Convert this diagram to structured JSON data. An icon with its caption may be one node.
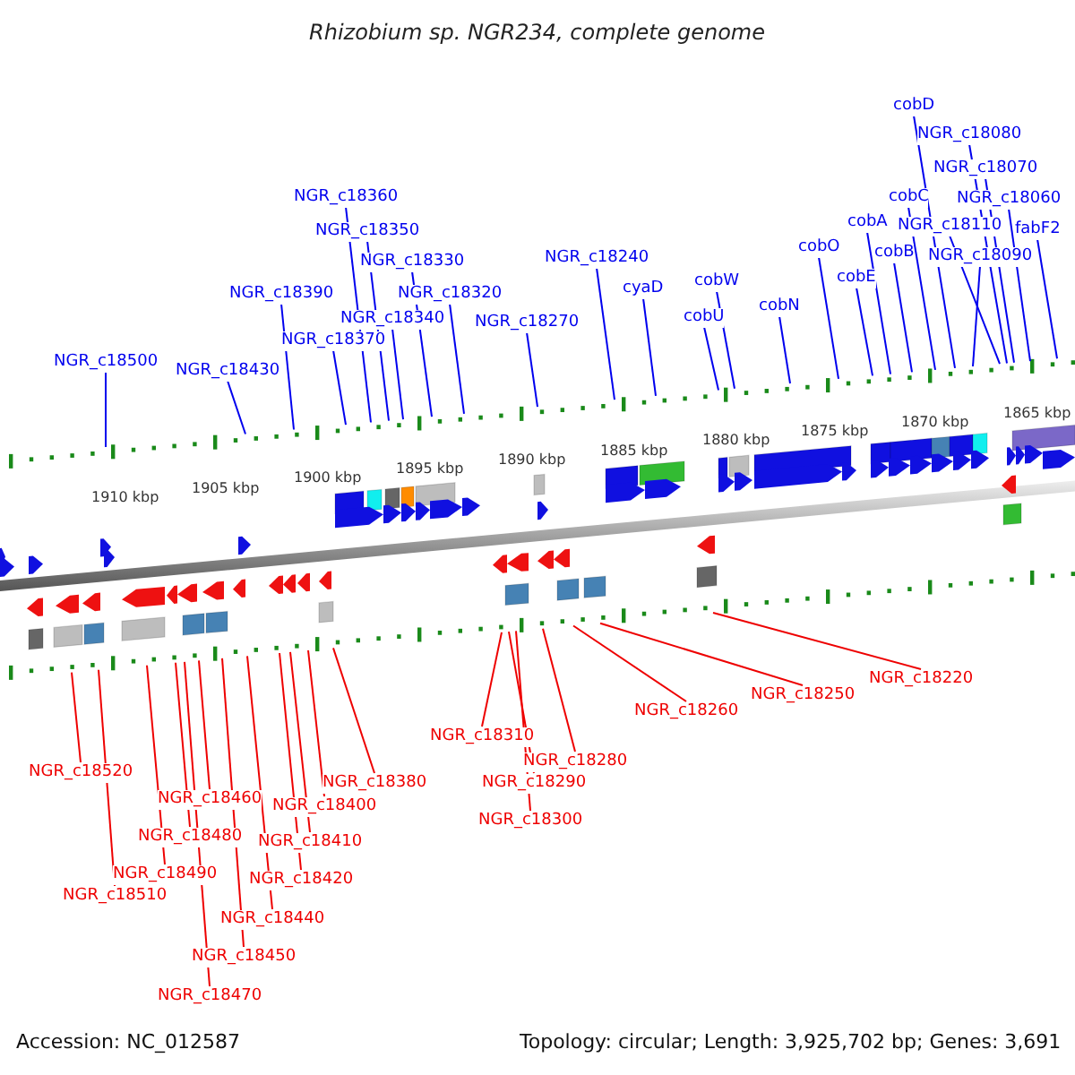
{
  "diagram": {
    "title": "Rhizobium sp. NGR234, complete genome",
    "nodes": [
      {
        "text": [
          "cobD"
        ]
      },
      {
        "text": [
          "NGR_c18080"
        ]
      },
      {
        "text": [
          "NGR_c18070"
        ]
      },
      {
        "text": [
          "NGR_c18360"
        ]
      },
      {
        "text": [
          "cobC"
        ]
      },
      {
        "text": [
          "NGR_c18060"
        ]
      },
      {
        "text": [
          "cobA"
        ]
      },
      {
        "text": [
          "NGR_c18110"
        ]
      },
      {
        "text": [
          "fabF2"
        ]
      },
      {
        "text": [
          "NGR_c18350"
        ]
      },
      {
        "text": [
          "cobO"
        ]
      },
      {
        "text": [
          "cobB"
        ]
      },
      {
        "text": [
          "NGR_c18090"
        ]
      },
      {
        "text": [
          "NGR_c18240"
        ]
      },
      {
        "text": [
          "NGR_c18330"
        ]
      },
      {
        "text": [
          "cobE"
        ]
      },
      {
        "text": [
          "cobW"
        ]
      },
      {
        "text": [
          "cyaD"
        ]
      },
      {
        "text": [
          "NGR_c18390"
        ]
      },
      {
        "text": [
          "NGR_c18320"
        ]
      },
      {
        "text": [
          "cobN"
        ]
      },
      {
        "text": [
          "cobU"
        ]
      },
      {
        "text": [
          "NGR_c18340"
        ]
      },
      {
        "text": [
          "NGR_c18270"
        ]
      },
      {
        "text": [
          "NGR_c18370"
        ]
      },
      {
        "text": [
          "NGR_c18500"
        ]
      },
      {
        "text": [
          "NGR_c18430"
        ]
      },
      {
        "text": [
          "NGR_c18220"
        ]
      },
      {
        "text": [
          "NGR_c18250"
        ]
      },
      {
        "text": [
          "NGR_c18260"
        ]
      },
      {
        "text": [
          "NGR_c18310"
        ]
      },
      {
        "text": [
          "NGR_c18280"
        ]
      },
      {
        "text": [
          "NGR_c18520"
        ]
      },
      {
        "text": [
          "NGR_c18380"
        ]
      },
      {
        "text": [
          "NGR_c18290"
        ]
      },
      {
        "text": [
          "NGR_c18460"
        ]
      },
      {
        "text": [
          "NGR_c18400"
        ]
      },
      {
        "text": [
          "NGR_c18300"
        ]
      },
      {
        "text": [
          "NGR_c18480"
        ]
      },
      {
        "text": [
          "NGR_c18410"
        ]
      },
      {
        "text": [
          "NGR_c18490"
        ]
      },
      {
        "text": [
          "NGR_c18420"
        ]
      },
      {
        "text": [
          "NGR_c18510"
        ]
      },
      {
        "text": [
          "NGR_c18440"
        ]
      },
      {
        "text": [
          "NGR_c18450"
        ]
      },
      {
        "text": [
          "NGR_c18470"
        ]
      }
    ],
    "edges": [
      {
        "from": 0,
        "to": null,
        "arrow": "none"
      },
      {
        "from": 1,
        "to": null,
        "arrow": "none"
      },
      {
        "from": 2,
        "to": null,
        "arrow": "none"
      },
      {
        "from": 3,
        "to": null,
        "arrow": "none"
      },
      {
        "from": 4,
        "to": null,
        "arrow": "none"
      },
      {
        "from": 5,
        "to": null,
        "arrow": "none"
      },
      {
        "from": 6,
        "to": null,
        "arrow": "none"
      },
      {
        "from": 7,
        "to": null,
        "arrow": "none"
      },
      {
        "from": 8,
        "to": null,
        "arrow": "none"
      },
      {
        "from": 9,
        "to": null,
        "arrow": "none"
      },
      {
        "from": 10,
        "to": null,
        "arrow": "none"
      },
      {
        "from": 11,
        "to": null,
        "arrow": "none"
      },
      {
        "from": 12,
        "to": null,
        "arrow": "none"
      },
      {
        "from": 13,
        "to": null,
        "arrow": "none"
      },
      {
        "from": 14,
        "to": null,
        "arrow": "none"
      },
      {
        "from": 15,
        "to": null,
        "arrow": "none"
      },
      {
        "from": 16,
        "to": null,
        "arrow": "none"
      },
      {
        "from": 17,
        "to": null,
        "arrow": "none"
      },
      {
        "from": 18,
        "to": null,
        "arrow": "none"
      },
      {
        "from": 19,
        "to": null,
        "arrow": "none"
      },
      {
        "from": 20,
        "to": null,
        "arrow": "none"
      },
      {
        "from": 21,
        "to": null,
        "arrow": "none"
      },
      {
        "from": 22,
        "to": null,
        "arrow": "none"
      },
      {
        "from": 23,
        "to": null,
        "arrow": "none"
      },
      {
        "from": 24,
        "to": null,
        "arrow": "none"
      },
      {
        "from": 25,
        "to": null,
        "arrow": "none"
      },
      {
        "from": 26,
        "to": null,
        "arrow": "none"
      },
      {
        "from": 27,
        "to": null,
        "arrow": "none",
        "color": "#ee0000"
      },
      {
        "from": 28,
        "to": null,
        "arrow": "none",
        "color": "#ee0000"
      },
      {
        "from": 29,
        "to": null,
        "arrow": "none",
        "color": "#ee0000"
      },
      {
        "from": 30,
        "to": null,
        "arrow": "none",
        "color": "#ee0000"
      },
      {
        "from": 31,
        "to": null,
        "arrow": "none",
        "color": "#ee0000"
      },
      {
        "from": 32,
        "to": null,
        "arrow": "none",
        "color": "#ee0000"
      },
      {
        "from": 33,
        "to": null,
        "arrow": "none",
        "color": "#ee0000"
      },
      {
        "from": 34,
        "to": null,
        "arrow": "none",
        "color": "#ee0000"
      },
      {
        "from": 35,
        "to": null,
        "arrow": "none",
        "color": "#ee0000"
      },
      {
        "from": 36,
        "to": null,
        "arrow": "none",
        "color": "#ee0000"
      },
      {
        "from": 37,
        "to": null,
        "arrow": "none",
        "color": "#ee0000"
      },
      {
        "from": 38,
        "to": null,
        "arrow": "none",
        "color": "#ee0000"
      },
      {
        "from": 39,
        "to": null,
        "arrow": "none",
        "color": "#ee0000"
      },
      {
        "from": 40,
        "to": null,
        "arrow": "none",
        "color": "#ee0000"
      },
      {
        "from": 41,
        "to": null,
        "arrow": "none",
        "color": "#ee0000"
      },
      {
        "from": 42,
        "to": null,
        "arrow": "none",
        "color": "#ee0000"
      },
      {
        "from": 43,
        "to": null,
        "arrow": "none",
        "color": "#ee0000"
      },
      {
        "from": 44,
        "to": null,
        "arrow": "none",
        "color": "#ee0000"
      },
      {
        "from": 45,
        "to": null,
        "arrow": "none",
        "color": "#ee0000"
      }
    ],
    "labels": [
      "1910 kbp",
      "1905 kbp",
      "1900 kbp",
      "1895 kbp",
      "1890 kbp",
      "1885 kbp",
      "1880 kbp",
      "1875 kbp",
      "1870 kbp",
      "1865 kbp",
      "Accession: NC_012587",
      "Topology: circular; Length: 3,925,702 bp; Genes: 3,691"
    ]
  }
}
